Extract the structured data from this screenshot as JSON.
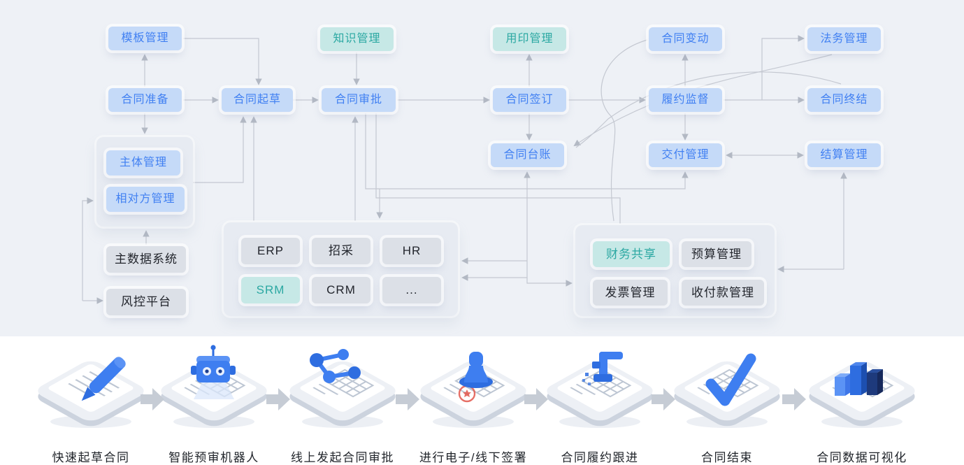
{
  "colors": {
    "canvas_bg": "#eef1f6",
    "node_blue_bg": "#c5daf8",
    "node_blue_text": "#4180f2",
    "node_teal_bg": "#c6e8e6",
    "node_teal_text": "#2ba8a2",
    "node_gray_bg": "#dce0e7",
    "node_gray_text": "#22252c",
    "panel_bg": "#e7ebf2",
    "connector_line": "#c4c8d1",
    "icon_blue": "#3e7ef0",
    "icon_dark_blue": "#2e6de0",
    "seal_red": "#e2574c"
  },
  "flow": {
    "template_mgmt": "模板管理",
    "contract_prep": "合同准备",
    "contract_draft": "合同起草",
    "knowledge_mgmt": "知识管理",
    "contract_approval": "合同审批",
    "seal_mgmt": "用印管理",
    "contract_sign": "合同签订",
    "contract_change": "合同变动",
    "performance_supervision": "履约监督",
    "legal_mgmt": "法务管理",
    "contract_end": "合同终结",
    "contract_ledger": "合同台账",
    "delivery_mgmt": "交付管理",
    "settlement_mgmt": "结算管理",
    "subject_mgmt": "主体管理",
    "counterparty_mgmt": "相对方管理",
    "master_data": "主数据系统",
    "risk_platform": "风控平台",
    "erp": "ERP",
    "procurement": "招采",
    "hr": "HR",
    "srm": "SRM",
    "crm": "CRM",
    "more": "...",
    "finance_share": "财务共享",
    "budget_mgmt": "预算管理",
    "invoice_mgmt": "发票管理",
    "payment_mgmt": "收付款管理"
  },
  "steps": [
    {
      "label": "快速起草合同",
      "icon": "pen-document-icon"
    },
    {
      "label": "智能预审机器人",
      "icon": "robot-document-icon"
    },
    {
      "label": "线上发起合同审批",
      "icon": "network-document-icon"
    },
    {
      "label": "进行电子/线下签署",
      "icon": "stamp-document-icon"
    },
    {
      "label": "合同履约跟进",
      "icon": "robotic-arm-document-icon"
    },
    {
      "label": "合同结束",
      "icon": "check-document-icon"
    },
    {
      "label": "合同数据可视化",
      "icon": "bar-chart-document-icon"
    }
  ]
}
